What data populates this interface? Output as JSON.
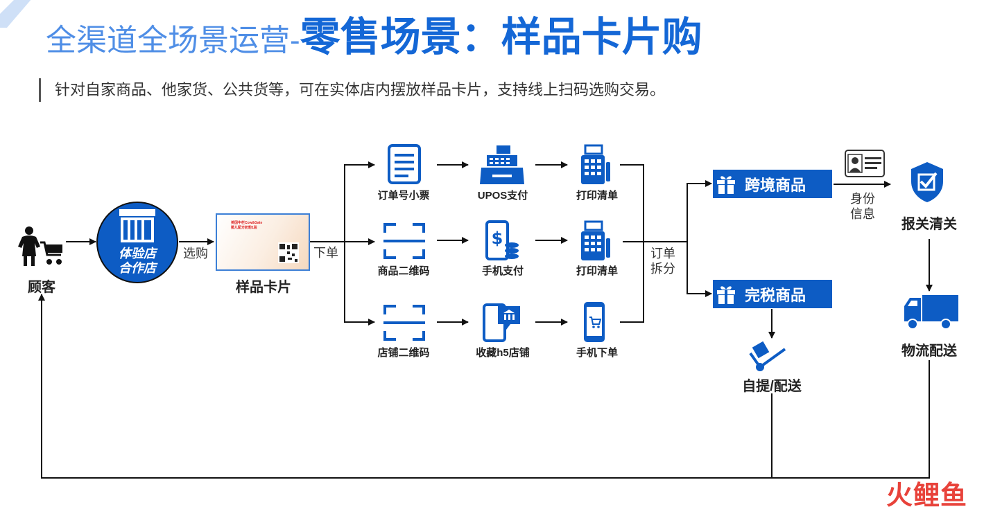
{
  "title": {
    "light": "全渠道全场景运营-",
    "bold": "零售场景：样品卡片购"
  },
  "subtitle": "针对自家商品、他家货、公共货等，可在实体店内摆放样品卡片，支持线上扫码选购交易。",
  "nodes": {
    "customer": "顾客",
    "store_line1": "体验店",
    "store_line2": "合作店",
    "sample_card": "样品卡片",
    "ticket": "订单号小票",
    "product_qr": "商品二维码",
    "shop_qr": "店铺二维码",
    "upos": "UPOS支付",
    "mobile_pay": "手机支付",
    "h5_shop": "收藏h5店铺",
    "print1": "打印清单",
    "print2": "打印清单",
    "mobile_order": "手机下单",
    "crossborder": "跨境商品",
    "dutyfree": "完税商品",
    "customs": "报关清关",
    "logistics": "物流配送",
    "pickup": "自提/配送"
  },
  "edge_labels": {
    "choose": "选购",
    "order": "下单",
    "split_1": "订单",
    "split_2": "拆分",
    "id_1": "身份",
    "id_2": "信息"
  },
  "card_text": {
    "brand": "英国牛栏Cow&Gate",
    "product": "婴儿配方奶粉1段"
  },
  "watermark": "火鲤鱼",
  "colors": {
    "brand_blue": "#1467d6",
    "dark_blue": "#0d5cc4",
    "title_light": "#4f8ee6"
  }
}
